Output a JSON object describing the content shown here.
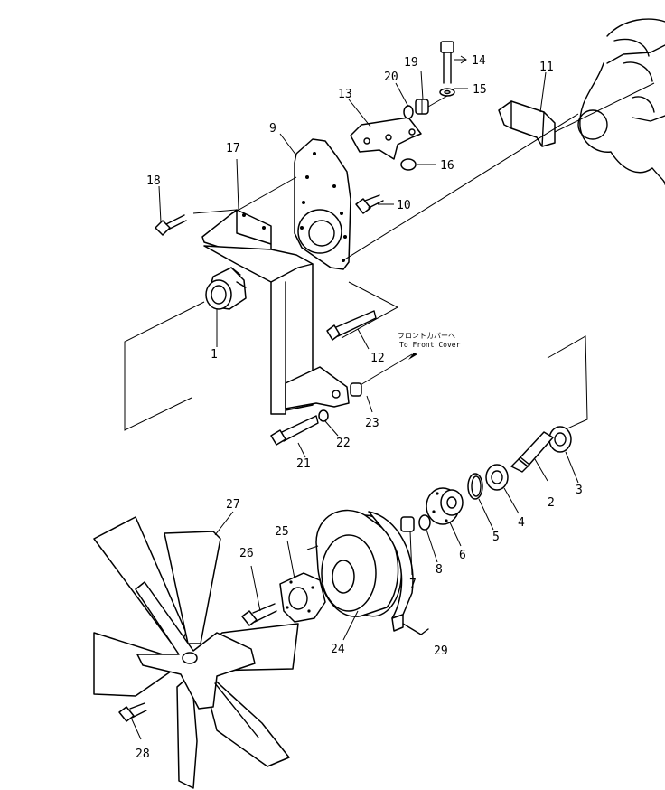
{
  "labels": {
    "p1": "1",
    "p2": "2",
    "p3": "3",
    "p4": "4",
    "p5": "5",
    "p6": "6",
    "p7": "7",
    "p8": "8",
    "p9": "9",
    "p10": "10",
    "p11": "11",
    "p12": "12",
    "p13": "13",
    "p14": "14",
    "p15": "15",
    "p16": "16",
    "p17": "17",
    "p18": "18",
    "p19": "19",
    "p20": "20",
    "p21": "21",
    "p22": "22",
    "p23": "23",
    "p24": "24",
    "p25": "25",
    "p26": "26",
    "p27": "27",
    "p28": "28",
    "p29": "29"
  },
  "note": {
    "jp": "フロントカバーへ",
    "en": "To Front Cover"
  }
}
